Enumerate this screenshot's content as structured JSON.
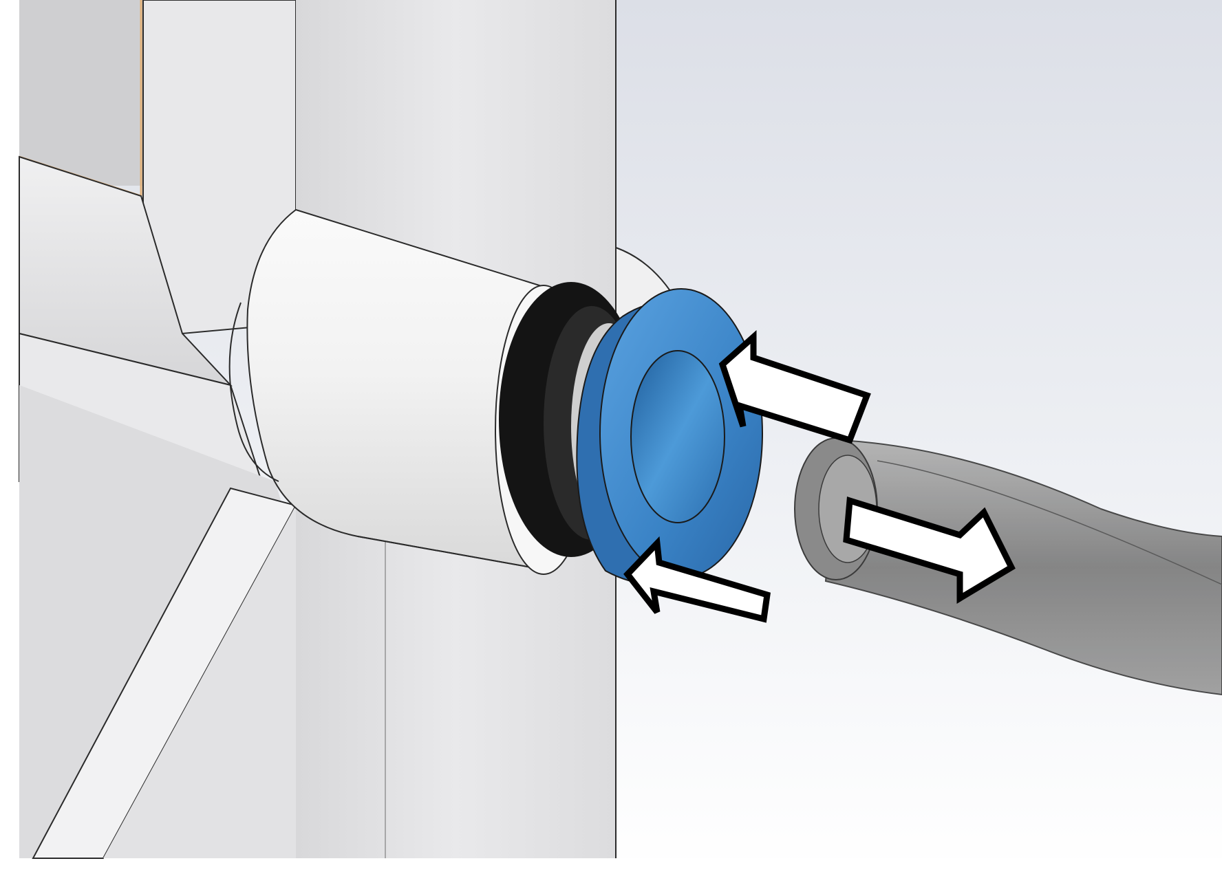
{
  "figure": {
    "kind": "3d-render",
    "parts": [
      "push-to-connect-fitting",
      "release-collet",
      "o-ring",
      "tubing"
    ],
    "arrows": {
      "collet_push": {
        "count": 2,
        "icon": "arrow-push-icon"
      },
      "tube_insert": {
        "count": 1,
        "icon": "double-arrow-icon"
      }
    },
    "colors": {
      "frame": "#e6e6e8",
      "fitting_body": "#f4f4f4",
      "collet": "#3d86c8",
      "collet_dark": "#1f5f9e",
      "o_ring": "#1a1a1a",
      "tube": "#8c8c8c",
      "arrow_fill": "#ffffff",
      "arrow_stroke": "#000000",
      "background_top": "#dde0e8",
      "background_bottom": "#ffffff"
    }
  }
}
